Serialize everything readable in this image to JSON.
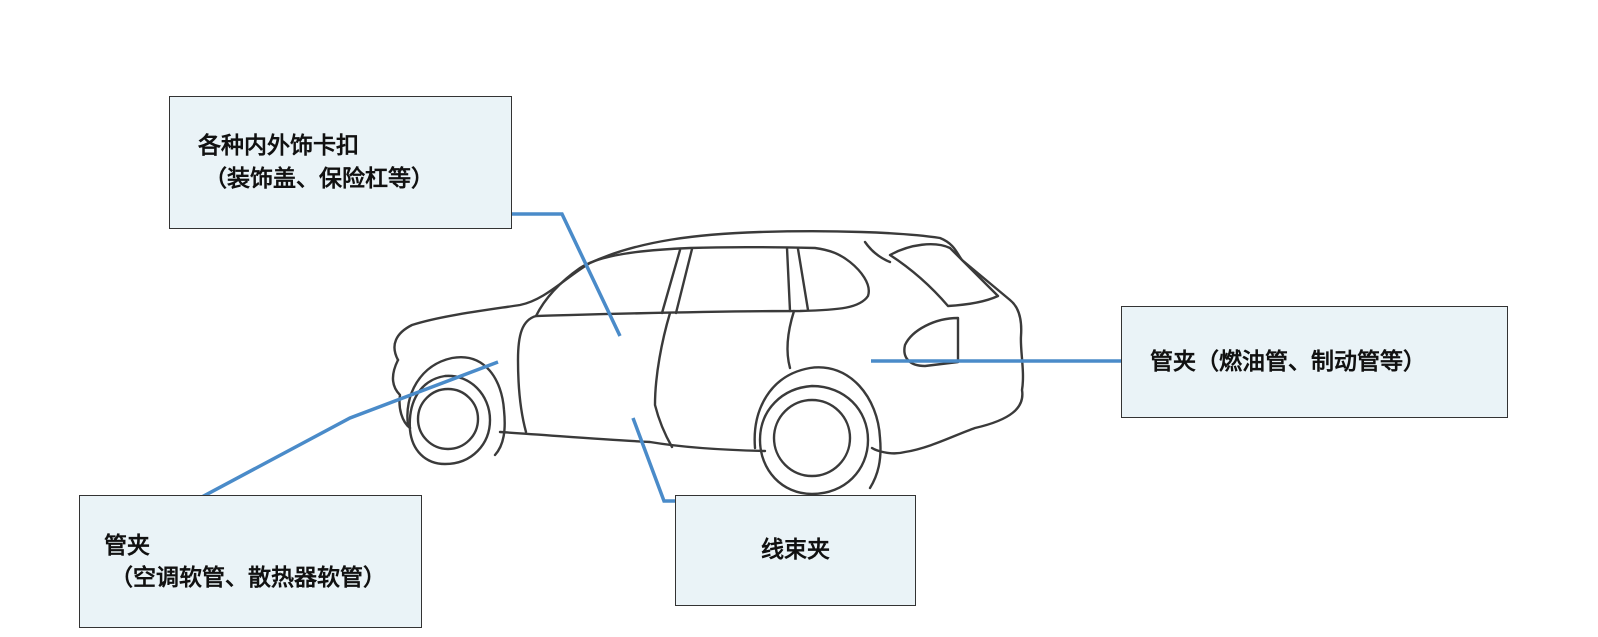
{
  "callouts": [
    {
      "id": "trim-clips",
      "lines": [
        "各种内外饰卡扣",
        "（装饰盖、保险杠等）"
      ]
    },
    {
      "id": "fuel-brake-clamps",
      "lines": [
        "管夹（燃油管、制动管等）"
      ]
    },
    {
      "id": "hose-clamps",
      "lines": [
        "管夹",
        "（空调软管、散热器软管）"
      ]
    },
    {
      "id": "harness-clips",
      "lines": [
        "线束夹"
      ]
    }
  ],
  "colors": {
    "callout_fill": "#eaf3f7",
    "leader_line": "#4a8bc9",
    "car_outline": "#3a3a3a"
  }
}
